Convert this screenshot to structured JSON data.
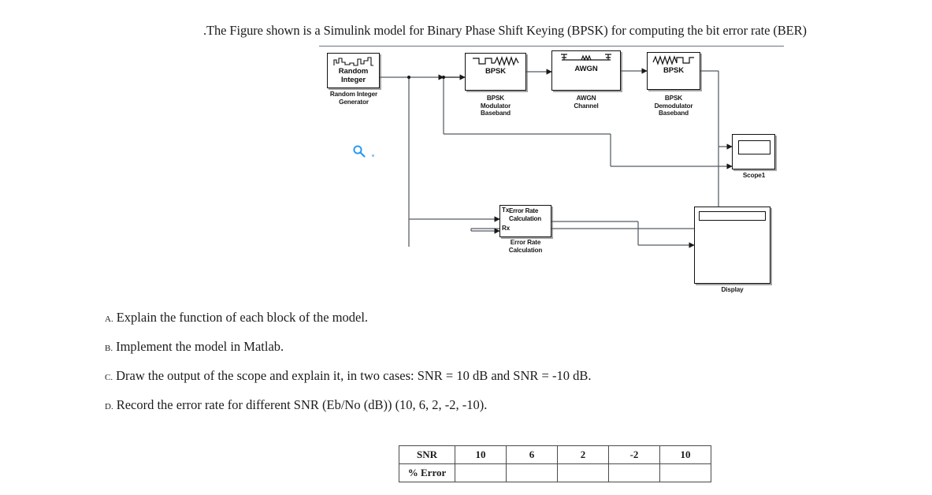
{
  "title": ".The Figure shown is a Simulink model for Binary Phase Shift Keying (BPSK) for computing the bit error rate (BER)",
  "diagram": {
    "blocks": {
      "random_integer": {
        "text": "Random\nInteger",
        "caption": "Random Integer\nGenerator",
        "glyph": "random-integer-waveform-icon"
      },
      "bpsk_modulator": {
        "text": "BPSK",
        "caption": "BPSK\nModulator\nBaseband",
        "glyph": "square-to-sine-waveform-icon"
      },
      "awgn_channel": {
        "text": "AWGN",
        "caption": "AWGN\nChannel",
        "glyph": "antenna-noise-icon"
      },
      "bpsk_demodulator": {
        "text": "BPSK",
        "caption": "BPSK\nDemodulator\nBaseband",
        "glyph": "sine-to-square-waveform-icon"
      },
      "error_rate": {
        "text": "Error Rate\nCalculation",
        "caption": "Error Rate\nCalculation",
        "port_tx": "Tx",
        "port_rx": "Rx"
      },
      "scope": {
        "caption": "Scope1"
      },
      "display": {
        "caption": "Display"
      }
    }
  },
  "tool_icon": {
    "name": "magnifier-icon",
    "color": "#2196f3"
  },
  "questions": [
    {
      "marker": "A.",
      "text": "Explain the function of each block of the model."
    },
    {
      "marker": "B.",
      "text": "Implement the model in Matlab."
    },
    {
      "marker": "C.",
      "text": "Draw the output of the scope and explain it, in two cases: SNR = 10 dB and  SNR = -10 dB."
    },
    {
      "marker": "D.",
      "text": "Record the error rate for different SNR (Eb/No (dB)) (10, 6, 2, -2, -10)."
    }
  ],
  "table": {
    "rows": [
      {
        "header": "SNR",
        "cells": [
          "10",
          "6",
          "2",
          "-2",
          "10"
        ]
      },
      {
        "header": "% Error",
        "cells": [
          "",
          "",
          "",
          "",
          ""
        ]
      }
    ]
  }
}
